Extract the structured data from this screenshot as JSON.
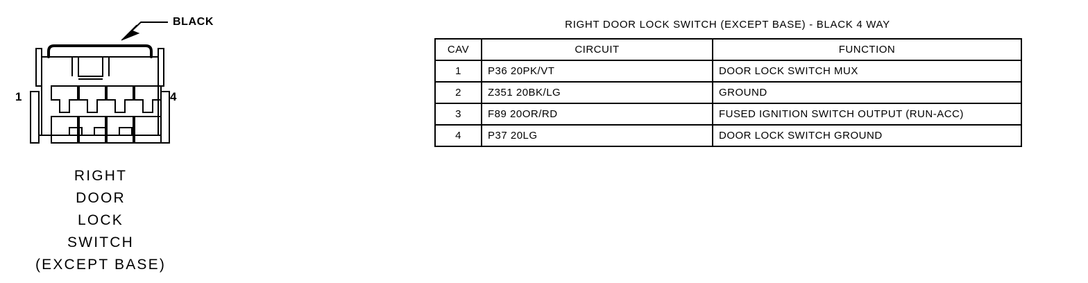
{
  "connector": {
    "callout_label": "BLACK",
    "pin_left": "1",
    "pin_right": "4",
    "caption_lines": [
      "RIGHT",
      "DOOR",
      "LOCK",
      "SWITCH",
      "(EXCEPT BASE)"
    ],
    "cavity_count": 4,
    "color": "#000000"
  },
  "table": {
    "title": "RIGHT DOOR LOCK SWITCH (EXCEPT BASE) - BLACK 4 WAY",
    "headers": {
      "cav": "CAV",
      "circuit": "CIRCUIT",
      "function": "FUNCTION"
    },
    "rows": [
      {
        "cav": "1",
        "circuit": "P36  20PK/VT",
        "function": "DOOR LOCK SWITCH MUX"
      },
      {
        "cav": "2",
        "circuit": "Z351  20BK/LG",
        "function": "GROUND"
      },
      {
        "cav": "3",
        "circuit": "F89  20OR/RD",
        "function": "FUSED IGNITION SWITCH OUTPUT (RUN-ACC)"
      },
      {
        "cav": "4",
        "circuit": "P37  20LG",
        "function": "DOOR LOCK SWITCH GROUND"
      }
    ]
  }
}
